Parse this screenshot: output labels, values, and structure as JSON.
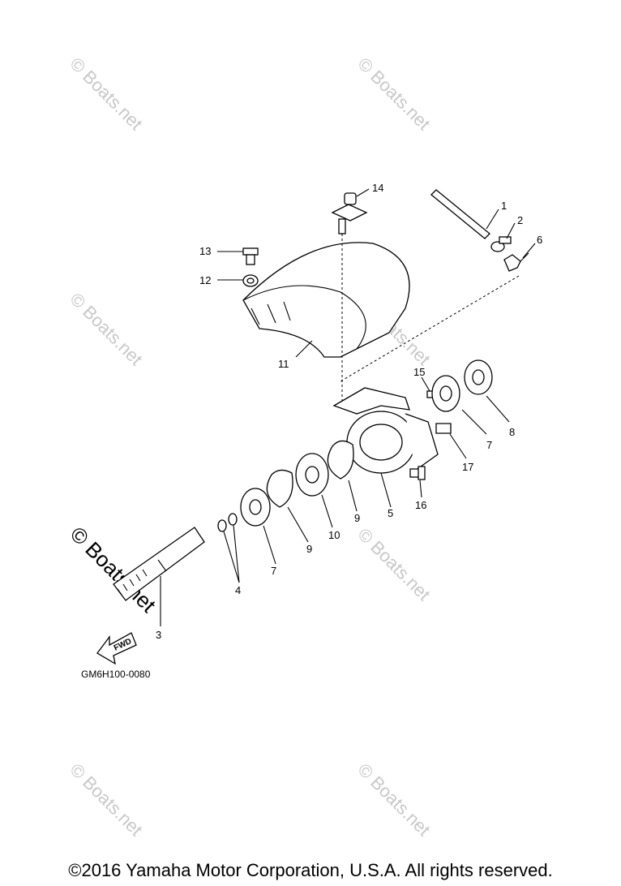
{
  "diagram": {
    "part_code": "GM6H100-0080",
    "fwd_label": "FWD",
    "watermark": "© Boats.net",
    "callouts": [
      "1",
      "2",
      "3",
      "4",
      "5",
      "6",
      "7",
      "7",
      "8",
      "9",
      "9",
      "10",
      "11",
      "12",
      "13",
      "14",
      "15",
      "16",
      "17"
    ]
  },
  "footer": {
    "copyright": "©2016 Yamaha Motor Corporation, U.S.A. All rights reserved."
  }
}
